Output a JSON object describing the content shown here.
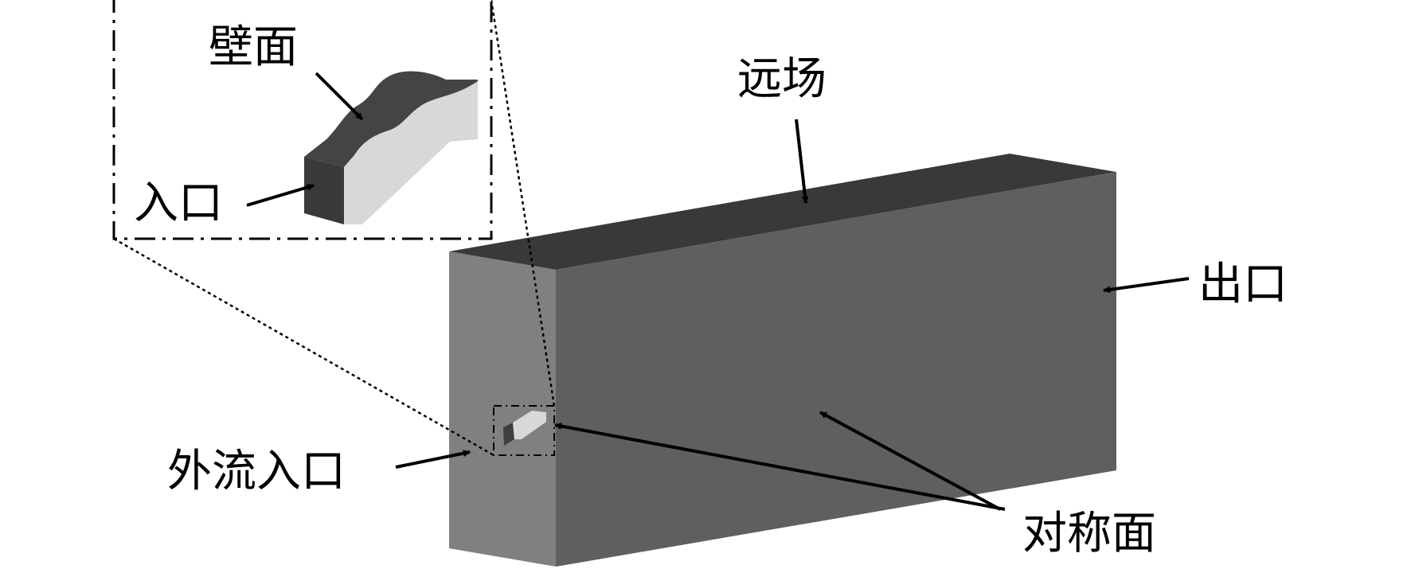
{
  "labels": {
    "wall": "壁面",
    "inlet": "入口",
    "far_field": "远场",
    "outlet": "出口",
    "external_inlet": "外流入口",
    "symmetry_plane": "对称面"
  },
  "colors": {
    "box_left_face": "#808080",
    "box_front_face": "#5f5f5f",
    "box_top_face": "#393939",
    "part_dark": "#3f3f3f",
    "part_light": "#d8d8d8",
    "line": "#000000",
    "background": "#ffffff"
  }
}
